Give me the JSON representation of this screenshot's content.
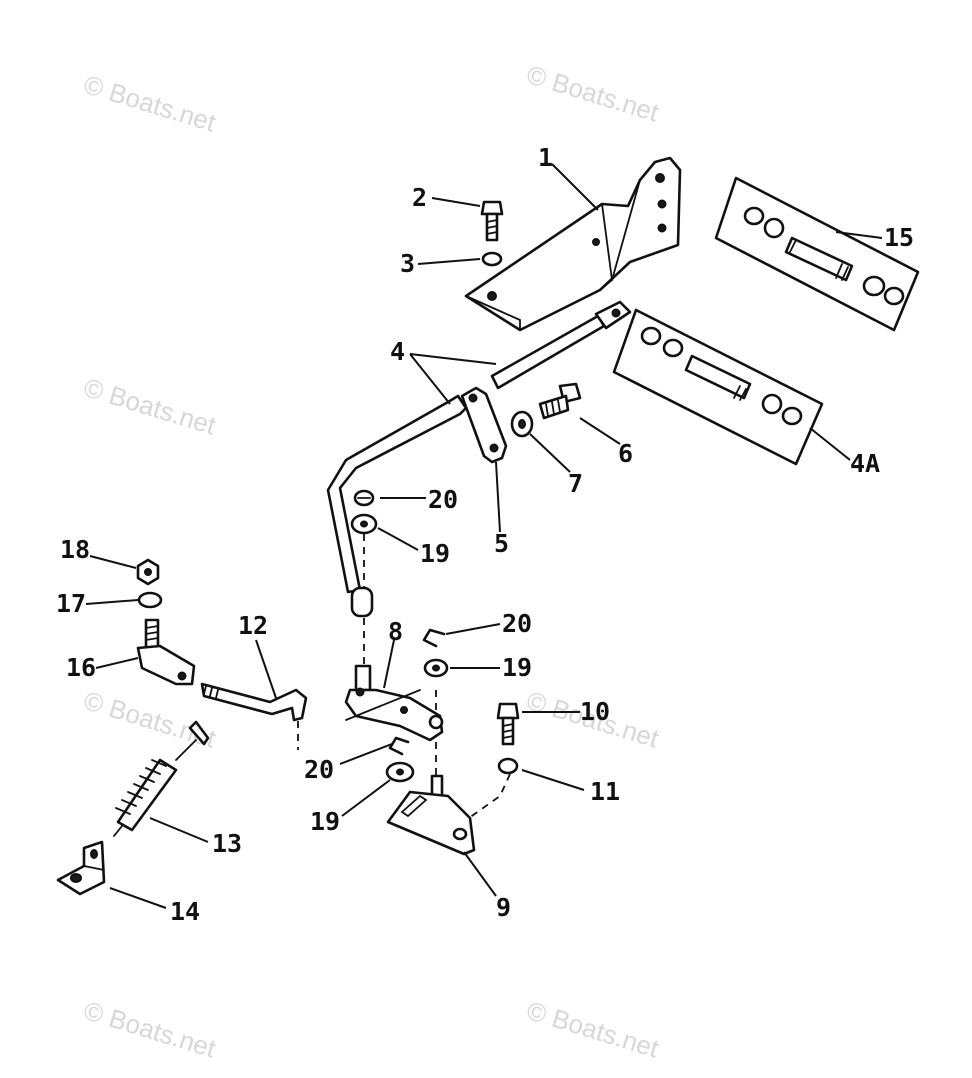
{
  "diagram": {
    "watermark_text": "© Boats.net",
    "parts": [
      {
        "ref": "1"
      },
      {
        "ref": "2"
      },
      {
        "ref": "3"
      },
      {
        "ref": "4"
      },
      {
        "ref": "4A"
      },
      {
        "ref": "5"
      },
      {
        "ref": "6"
      },
      {
        "ref": "7"
      },
      {
        "ref": "8"
      },
      {
        "ref": "9"
      },
      {
        "ref": "10"
      },
      {
        "ref": "11"
      },
      {
        "ref": "12"
      },
      {
        "ref": "13"
      },
      {
        "ref": "14"
      },
      {
        "ref": "15"
      },
      {
        "ref": "16"
      },
      {
        "ref": "17"
      },
      {
        "ref": "18"
      },
      {
        "ref": "19"
      },
      {
        "ref": "19"
      },
      {
        "ref": "19"
      },
      {
        "ref": "20"
      },
      {
        "ref": "20"
      },
      {
        "ref": "20"
      }
    ]
  }
}
